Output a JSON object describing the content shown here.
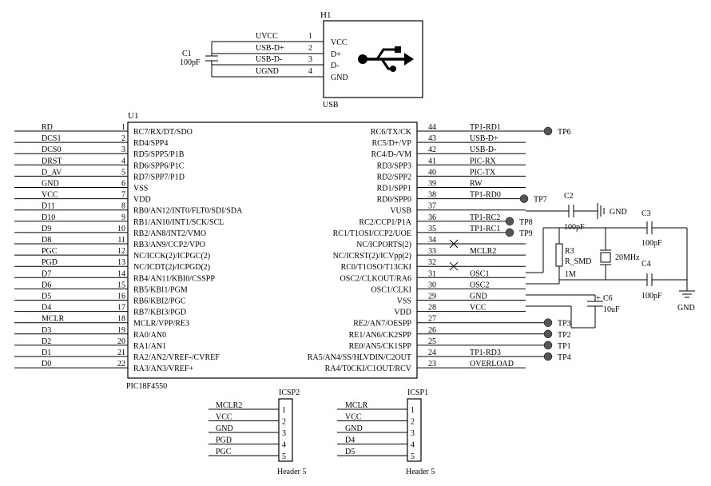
{
  "usb": {
    "ref": "H1",
    "name": "USB",
    "nets": [
      "UVCC",
      "USB-D+",
      "USB-D-",
      "UGND"
    ],
    "pin_numbers": [
      "1",
      "2",
      "3",
      "4"
    ],
    "pins": [
      "VCC",
      "D+",
      "D-",
      "GND"
    ],
    "icon": "usb-icon"
  },
  "c1": {
    "ref": "C1",
    "value": "100pF"
  },
  "mcu": {
    "ref": "U1",
    "part": "PIC18F4550",
    "left": [
      {
        "net": "RD",
        "num": "1",
        "pin": "RC7/RX/DT/SDO"
      },
      {
        "net": "DCS1",
        "num": "2",
        "pin": "RD4/SPP4"
      },
      {
        "net": "DCS0",
        "num": "3",
        "pin": "RD5/SPP5/P1B"
      },
      {
        "net": "DRST",
        "num": "4",
        "pin": "RD6/SPP6/P1C"
      },
      {
        "net": "D_AV",
        "num": "5",
        "pin": "RD7/SPP7/P1D"
      },
      {
        "net": "GND",
        "num": "6",
        "pin": "VSS"
      },
      {
        "net": "VCC",
        "num": "7",
        "pin": "VDD"
      },
      {
        "net": "D11",
        "num": "8",
        "pin": "RB0/AN12/INT0/FLT0/SDI/SDA"
      },
      {
        "net": "D10",
        "num": "9",
        "pin": "RB1/AN10/INT1/SCK/SCL"
      },
      {
        "net": "D9",
        "num": "10",
        "pin": "RB2/AN8/INT2/VMO"
      },
      {
        "net": "D8",
        "num": "11",
        "pin": "RB3/AN9/CCP2/VPO"
      },
      {
        "net": "PGC",
        "num": "12",
        "pin": "NC/ICCK(2)/ICPGC(2)"
      },
      {
        "net": "PGD",
        "num": "13",
        "pin": "NC/ICDT(2)/ICPGD(2)"
      },
      {
        "net": "D7",
        "num": "14",
        "pin": "RB4/AN11/KBI0/CSSPP"
      },
      {
        "net": "D6",
        "num": "15",
        "pin": "RB5/KBI1/PGM"
      },
      {
        "net": "D5",
        "num": "16",
        "pin": "RB6/KBI2/PGC"
      },
      {
        "net": "D4",
        "num": "17",
        "pin": "RB7/KBI3/PGD"
      },
      {
        "net": "MCLR",
        "num": "18",
        "pin": "MCLR/VPP/RE3"
      },
      {
        "net": "D3",
        "num": "19",
        "pin": "RA0/AN0"
      },
      {
        "net": "D2",
        "num": "20",
        "pin": "RA1/AN1"
      },
      {
        "net": "D1",
        "num": "21",
        "pin": "RA2/AN2/VREF-/CVREF"
      },
      {
        "net": "D0",
        "num": "22",
        "pin": "RA3/AN3/VREF+"
      }
    ],
    "right": [
      {
        "net": "TP1-RD1",
        "num": "44",
        "pin": "RC6/TX/CK",
        "tp": "TP6"
      },
      {
        "net": "USB-D+",
        "num": "43",
        "pin": "RC5/D+/VP"
      },
      {
        "net": "USB-D-",
        "num": "42",
        "pin": "RC4/D-/VM"
      },
      {
        "net": "PIC-RX",
        "num": "41",
        "pin": "RD3/SPP3"
      },
      {
        "net": "PIC-TX",
        "num": "40",
        "pin": "RD2/SPP2"
      },
      {
        "net": "RW",
        "num": "39",
        "pin": "RD1/SPP1"
      },
      {
        "net": "TP1-RD0",
        "num": "38",
        "pin": "RD0/SPP0",
        "tp": "TP7"
      },
      {
        "net": "",
        "num": "37",
        "pin": "VUSB"
      },
      {
        "net": "TP1-RC2",
        "num": "36",
        "pin": "RC2/CCP1/P1A",
        "tp": "TP8"
      },
      {
        "net": "TP1-RC1",
        "num": "35",
        "pin": "RC1/T1OSI/CCP2/UOE",
        "tp": "TP9"
      },
      {
        "net": "",
        "num": "34",
        "pin": "NC/ICPORTS(2)"
      },
      {
        "net": "MCLR2",
        "num": "33",
        "pin": "NC/ICRST(2)/ICVpp(2)"
      },
      {
        "net": "",
        "num": "32",
        "pin": "RC0/T1OSO/T13CKI"
      },
      {
        "net": "OSC1",
        "num": "31",
        "pin": "OSC2/CLKOUT/RA6"
      },
      {
        "net": "OSC2",
        "num": "30",
        "pin": "OSC1/CLKI"
      },
      {
        "net": "GND",
        "num": "29",
        "pin": "VSS"
      },
      {
        "net": "VCC",
        "num": "28",
        "pin": "VDD"
      },
      {
        "net": "",
        "num": "27",
        "pin": "RE2/AN7/OESPP",
        "tp": "TP3"
      },
      {
        "net": "",
        "num": "26",
        "pin": "RE1/AN6/CK2SPP",
        "tp": "TP2"
      },
      {
        "net": "",
        "num": "25",
        "pin": "RE0/AN5/CK1SPP",
        "tp": "TP1"
      },
      {
        "net": "TP1-RD3",
        "num": "24",
        "pin": "RA5/AN4/SS/HLVDIN/C2OUT",
        "tp": "TP4"
      },
      {
        "net": "OVERLOAD",
        "num": "23",
        "pin": "RA4/T0CKI/C1OUT/RCV"
      }
    ]
  },
  "c2": {
    "ref": "C2",
    "value": "100pF",
    "gnd": "GND"
  },
  "c3": {
    "ref": "C3",
    "value": "100pF"
  },
  "c4": {
    "ref": "C4",
    "value": "100pF"
  },
  "c6": {
    "ref": "C6",
    "value": "10uF",
    "polarity": "+"
  },
  "r3": {
    "ref": "R3",
    "type": "R_SMD",
    "value": "1M"
  },
  "crystal": {
    "value": "20MHz"
  },
  "gnd_symbol": {
    "label": "GND"
  },
  "icsp2": {
    "ref": "ICSP2",
    "type": "Header 5",
    "nets": [
      "MCLR2",
      "VCC",
      "GND",
      "PGD",
      "PGC"
    ],
    "nums": [
      "1",
      "2",
      "3",
      "4",
      "5"
    ]
  },
  "icsp1": {
    "ref": "ICSP1",
    "type": "Header 5",
    "nets": [
      "MCLR",
      "VCC",
      "GND",
      "D4",
      "D5"
    ],
    "nums": [
      "1",
      "2",
      "3",
      "4",
      "5"
    ]
  }
}
